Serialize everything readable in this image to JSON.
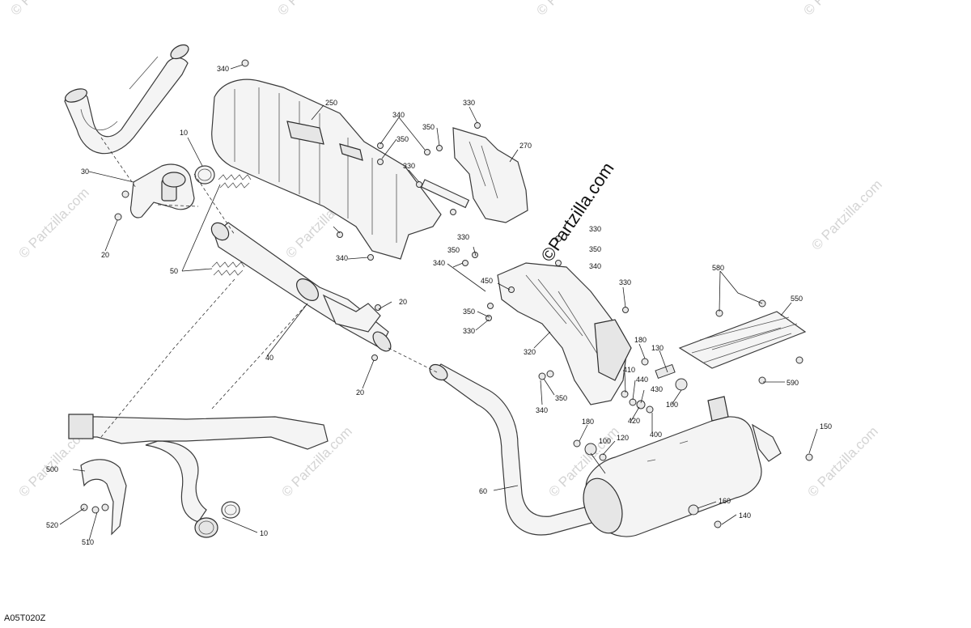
{
  "diagram": {
    "drawing_id": "A05T020Z",
    "center_watermark": "©Partzilla.com",
    "watermark_text": "© Partzilla.com",
    "callouts": [
      "340",
      "250",
      "10",
      "30",
      "20",
      "50",
      "340",
      "350",
      "330",
      "330",
      "270",
      "330",
      "340",
      "350",
      "340",
      "350",
      "330",
      "350",
      "340",
      "450",
      "350",
      "330",
      "330",
      "320",
      "20",
      "40",
      "20",
      "350",
      "340",
      "180",
      "130",
      "410",
      "440",
      "430",
      "100",
      "420",
      "400",
      "100",
      "180",
      "120",
      "580",
      "550",
      "590",
      "150",
      "500",
      "520",
      "510",
      "10",
      "60",
      "160",
      "140"
    ]
  }
}
